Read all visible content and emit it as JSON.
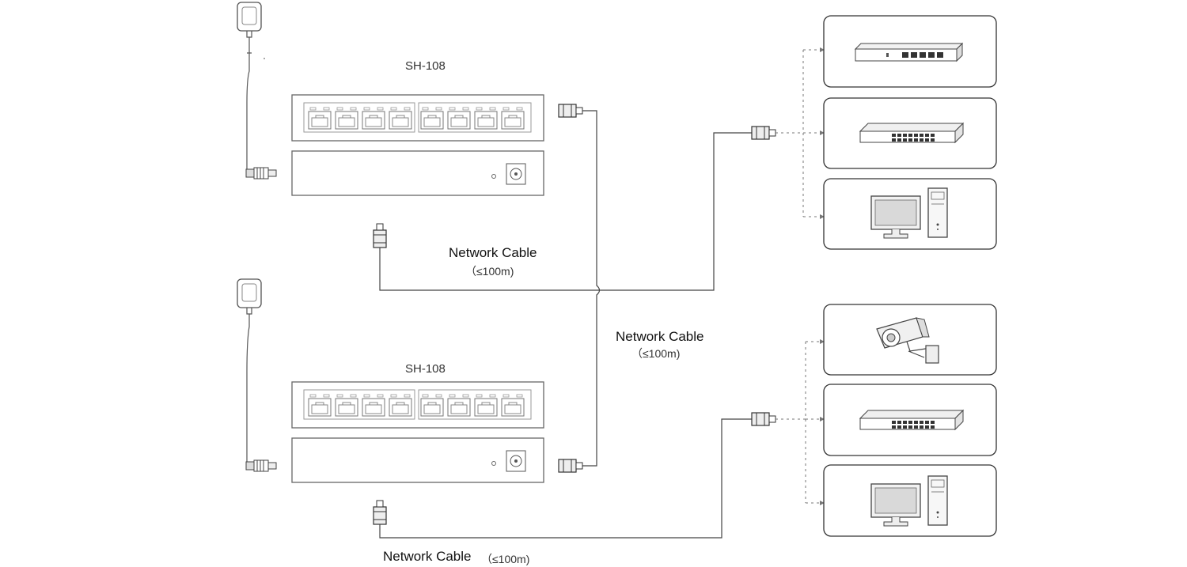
{
  "switches": [
    {
      "model": "SH-108"
    },
    {
      "model": "SH-108"
    }
  ],
  "cables": [
    {
      "label": "Network Cable",
      "length": "（≤100m)"
    },
    {
      "label": "Network Cable",
      "length": "（≤100m)"
    },
    {
      "label": "Network Cable",
      "length": "（≤100m)"
    }
  ],
  "devices": {
    "top": [
      "router-icon",
      "switch-icon",
      "desktop-computer-icon"
    ],
    "bottom": [
      "security-camera-icon",
      "switch-icon",
      "desktop-computer-icon"
    ]
  },
  "colors": {
    "line": "#444444",
    "stroke": "#555555",
    "panel": "#f7f7f7",
    "screen": "#d9d9d9"
  }
}
